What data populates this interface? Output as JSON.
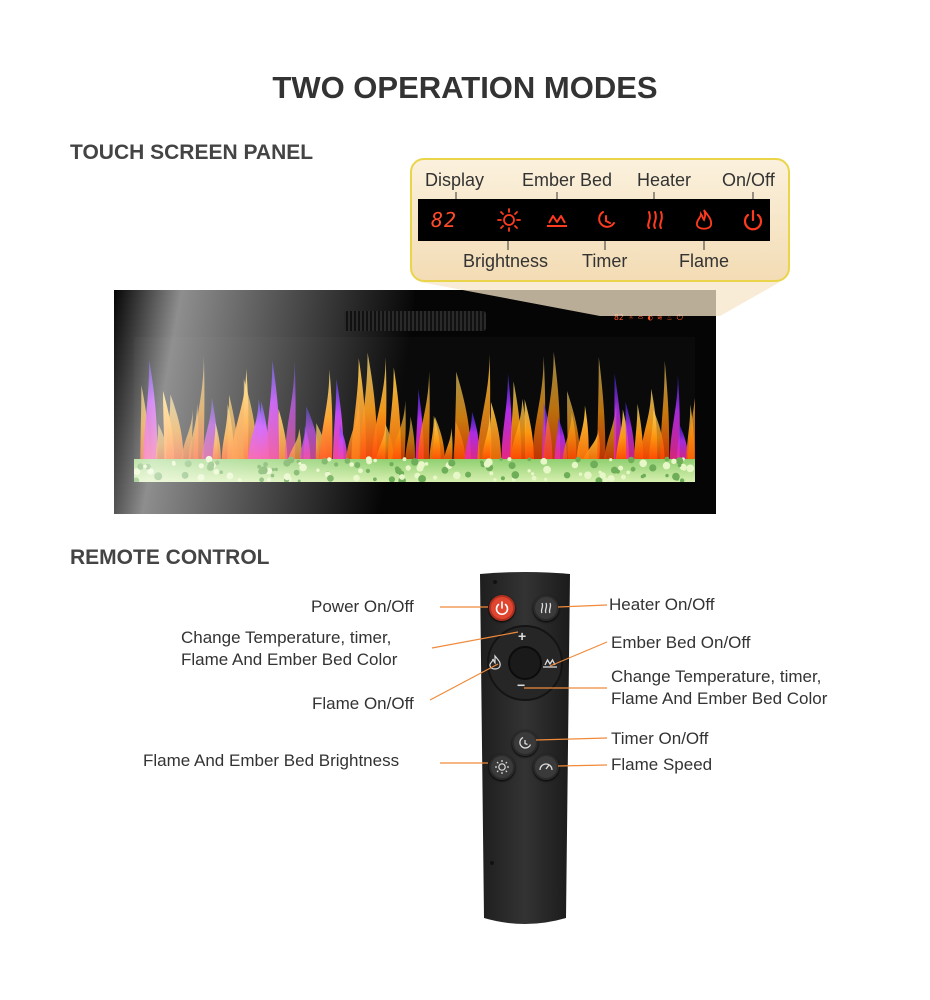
{
  "title": "TWO OPERATION MODES",
  "touch_panel": {
    "section_title": "TOUCH SCREEN PANEL",
    "top_labels": [
      "Display",
      "Ember Bed",
      "Heater",
      "On/Off"
    ],
    "bottom_labels": [
      "Brightness",
      "Timer",
      "Flame"
    ],
    "display_value": "82",
    "icons": [
      "digital-display",
      "brightness-icon",
      "ember-bed-icon",
      "timer-icon",
      "heater-icon",
      "flame-icon",
      "power-icon"
    ],
    "accent_color": "#ff3b1f",
    "callout_border_color": "#e9d44a"
  },
  "remote": {
    "section_title": "REMOTE CONTROL",
    "labels": {
      "power": "Power On/Off",
      "heater": "Heater On/Off",
      "change_temp_left_1": "Change Temperature, timer,",
      "change_temp_left_2": "Flame And Ember Bed Color",
      "ember_bed": "Ember Bed On/Off",
      "change_temp_right_1": "Change Temperature, timer,",
      "change_temp_right_2": "Flame And Ember Bed Color",
      "flame": "Flame On/Off",
      "timer": "Timer On/Off",
      "brightness": "Flame And Ember Bed Brightness",
      "flame_speed": "Flame Speed"
    },
    "dpad": {
      "plus": "+",
      "minus": "−"
    },
    "leader_color": "#f08a3a",
    "power_button_color": "#e0452f"
  }
}
